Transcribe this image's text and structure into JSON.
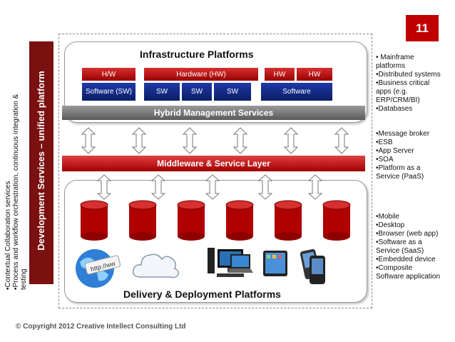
{
  "slide_number": "11",
  "sidebar": {
    "vertical_title": "Development  Services – unified platform",
    "notes": [
      "•Contextual Collaboration  services",
      "•Process and workflow orchestration, continuous integration &",
      "  testing"
    ]
  },
  "infrastructure": {
    "title": "Infrastructure Platforms",
    "boxes": [
      "H/W",
      "Hardware (HW)",
      "HW",
      "HW",
      "Software (SW)",
      "SW",
      "SW",
      "SW",
      "Software"
    ]
  },
  "hybrid_label": "Hybrid Management Services",
  "middleware_label": "Middleware & Service Layer",
  "delivery_title": "Delivery & Deployment Platforms",
  "right_lists": {
    "infra": [
      "• Mainframe",
      "platforms",
      "•Distributed systems",
      "•Business critical",
      "apps  (e.g.",
      "ERP/CRM/BI)",
      "•Databases"
    ],
    "middleware": [
      "•Message broker",
      "•ESB",
      "•App Server",
      "•SOA",
      "•Platform as a",
      "Service (PaaS)"
    ],
    "delivery": [
      "•Mobile",
      "•Desktop",
      "•Browser (web app)",
      "•Software as a",
      "Service (SaaS)",
      "•Embedded device",
      "•Composite",
      "Software application"
    ]
  },
  "icons": [
    "globe-web-icon",
    "cloud-icon",
    "desktop-computer-icon",
    "laptop-icon",
    "tablet-icon",
    "smartphone-icon"
  ],
  "web_icon_text": "http://ww",
  "colors": {
    "dark_red": "#7b1010",
    "red": "#c00000",
    "blue": "#0b1d66",
    "gray": "#6a6a6a"
  },
  "copyright": "© Copyright 2012 Creative Intellect Consulting Ltd"
}
